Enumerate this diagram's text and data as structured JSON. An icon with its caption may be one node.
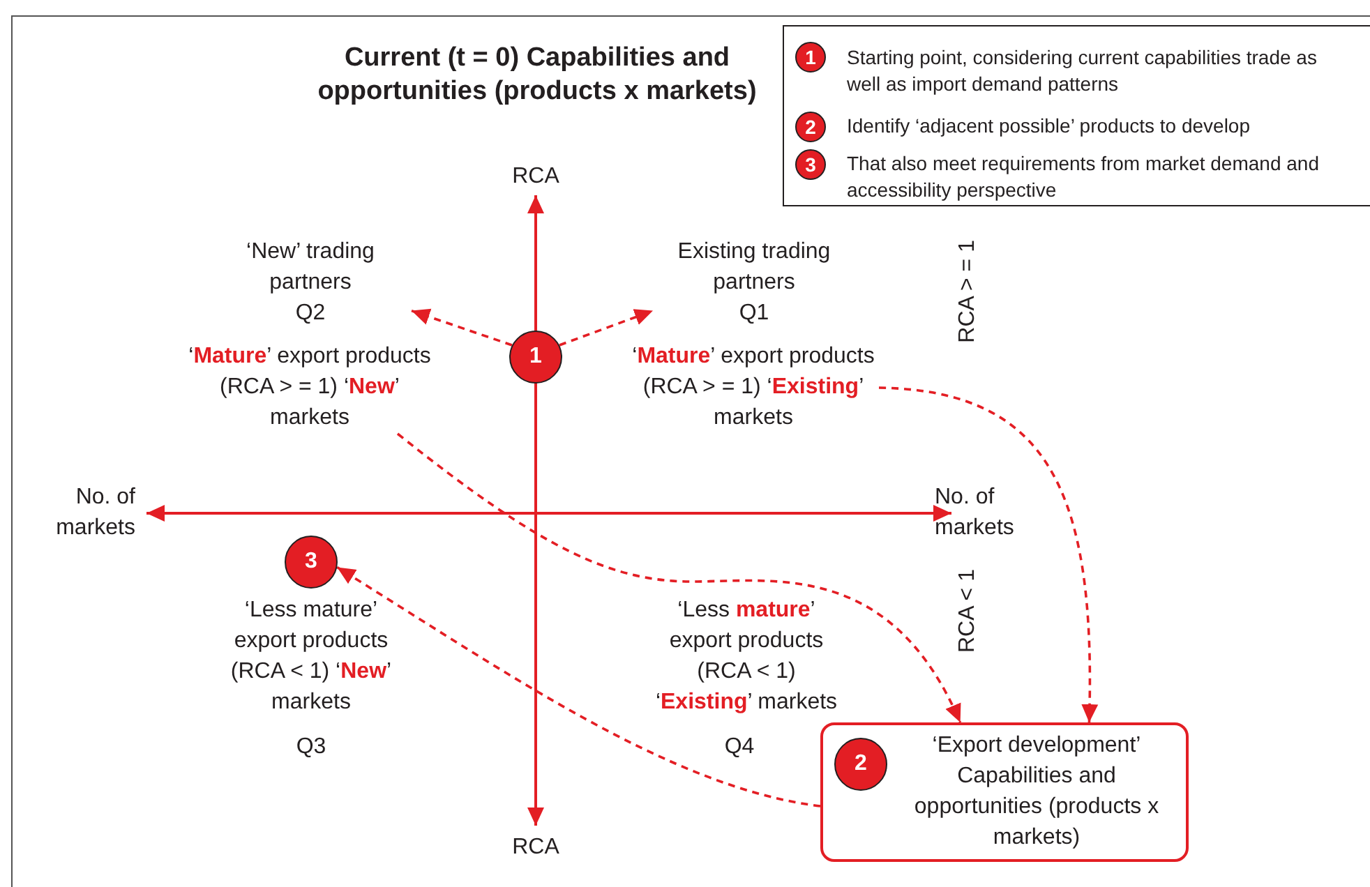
{
  "diagram": {
    "title": "Current (t = 0) Capabilities and opportunities (products x markets)",
    "nodes": [
      {
        "text": [
          "1"
        ]
      },
      {
        "text": [
          "‘New’ trading partners",
          "Q2"
        ]
      },
      {
        "text": [
          "Existing trading partners",
          "Q1"
        ]
      },
      {
        "text": [
          "‘**Mature**’ export products (RCA > = 1) ‘**New**’ markets"
        ]
      },
      {
        "text": [
          "‘**Mature**’ export products (RCA > = 1) ‘**Existing**’ markets"
        ]
      },
      {
        "text": [
          "3"
        ]
      },
      {
        "text": [
          "‘Export development’ Capabilities and opportunities (products x markets)"
        ]
      },
      {
        "text": [
          "2"
        ],
        "in": 6
      },
      {
        "text": [],
        "shape": "box"
      },
      {
        "text": [
          "1"
        ],
        "in": 8,
        "beside": [
          "Starting point, considering current capabilities trade as well as import demand patterns"
        ]
      },
      {
        "text": [
          "2"
        ],
        "in": 8,
        "beside": [
          "Identify ‘adjacent possible’ products to develop"
        ]
      },
      {
        "text": [
          "3"
        ],
        "in": 8,
        "beside": [
          "That also meet requirements from market demand and accessibility perspective"
        ]
      }
    ],
    "edges": [
      {
        "from": 0,
        "to": 1,
        "arrow": "to",
        "style": "dashed"
      },
      {
        "from": 0,
        "to": 2,
        "arrow": "to",
        "style": "dashed"
      },
      {
        "from": 3,
        "to": 6,
        "arrow": "to",
        "style": "dashed"
      },
      {
        "from": 4,
        "to": 6,
        "arrow": "to",
        "style": "dashed"
      },
      {
        "from": 6,
        "to": 5,
        "arrow": "to",
        "style": "dashed"
      }
    ],
    "labels": [
      "RCA",
      "RCA > = 1",
      "No. of markets",
      "No. of markets",
      "‘Less mature’ export products (RCA < 1) ‘**New**’ markets",
      "‘Less **mature**’ export products (RCA < 1) ‘**Existing**’ markets",
      "RCA < 1",
      "Q3",
      "Q4",
      "RCA"
    ]
  }
}
